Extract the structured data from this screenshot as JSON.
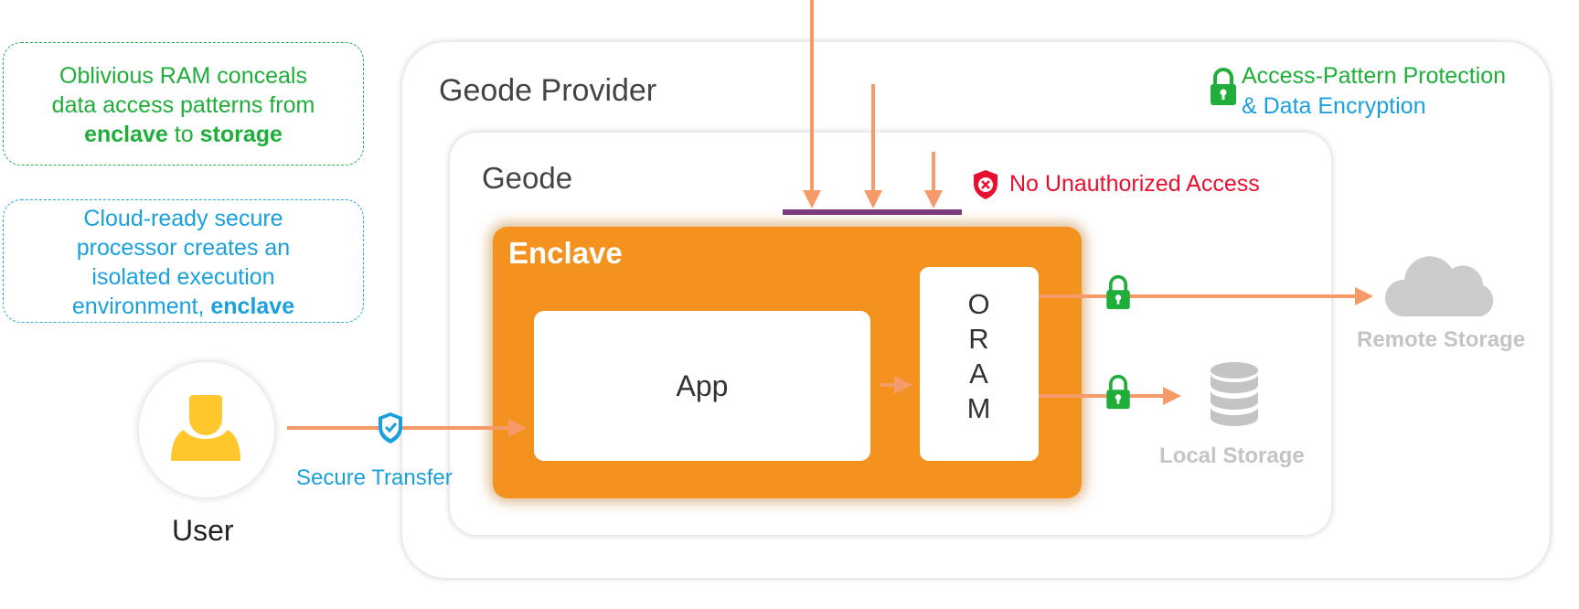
{
  "notes": {
    "oram": {
      "line1": "Oblivious RAM conceals",
      "line2": "data access patterns from",
      "bold1": "enclave",
      "mid": " to ",
      "bold2": "storage"
    },
    "enclave": {
      "line1": "Cloud-ready secure",
      "line2": "processor creates an",
      "line3": "isolated execution",
      "line4_prefix": "environment, ",
      "line4_bold": "enclave"
    }
  },
  "labels": {
    "provider": "Geode Provider",
    "geode": "Geode",
    "enclave": "Enclave",
    "app": "App",
    "oram_letters": [
      "O",
      "R",
      "A",
      "M"
    ],
    "access_pattern": "Access-Pattern Protection",
    "data_encryption": "& Data Encryption",
    "no_unauthorized": "No Unauthorized Access",
    "remote_storage": "Remote Storage",
    "local_storage": "Local Storage",
    "secure_transfer": "Secure Transfer",
    "user": "User"
  },
  "icons": {
    "lock": "padlock-icon",
    "shield_red": "shield-x-icon",
    "shield_blue": "shield-check-icon",
    "cloud": "cloud-icon",
    "database": "database-icon",
    "user": "user-icon"
  },
  "colors": {
    "orange": "#f3921f",
    "arrow": "#f59b6a",
    "green": "#1fae3a",
    "blue": "#1aa0dc",
    "red": "#e8102e",
    "purple": "#7b3a7c",
    "grey": "#c4c4c4",
    "yellow": "#ffc72c"
  }
}
